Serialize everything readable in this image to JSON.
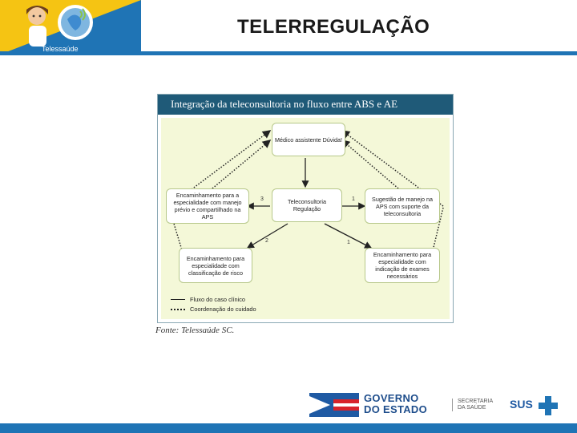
{
  "header": {
    "title": "TELERREGULAÇÃO",
    "logo_text": "Telessaúde",
    "accent_color": "#1f74b5",
    "logo_yellow": "#f5c413"
  },
  "diagram": {
    "title": "Integração da teleconsultoria no fluxo entre ABS e AE",
    "nodes": {
      "medico": "Médico assistente Dúvida!",
      "teleconsultoria": "Teleconsultoria Regulação",
      "encaminhamento_aps": "Encaminhamento para a especialidade com manejo prévio e compartilhado na APS",
      "sugestao": "Sugestão de manejo na APS com suporte da teleconsultoria",
      "encaminhamento_risco": "Encaminhamento para especialidade com classificação de risco",
      "encaminhamento_exames": "Encaminhamento para especialidade com indicação de exames necessários"
    },
    "edge_labels": {
      "e3": "3",
      "e1a": "1",
      "e2": "2",
      "e1b": "1"
    },
    "legend": {
      "solid": "Fluxo do caso clínico",
      "dotted": "Coordenação do cuidado"
    }
  },
  "source": "Fonte: Telessaúde SC.",
  "footer": {
    "gov_line1": "GOVERNO",
    "gov_line2": "DO ESTADO",
    "sec_line1": "SECRETARIA",
    "sec_line2": "DA SAÚDE",
    "sus": "SUS"
  }
}
